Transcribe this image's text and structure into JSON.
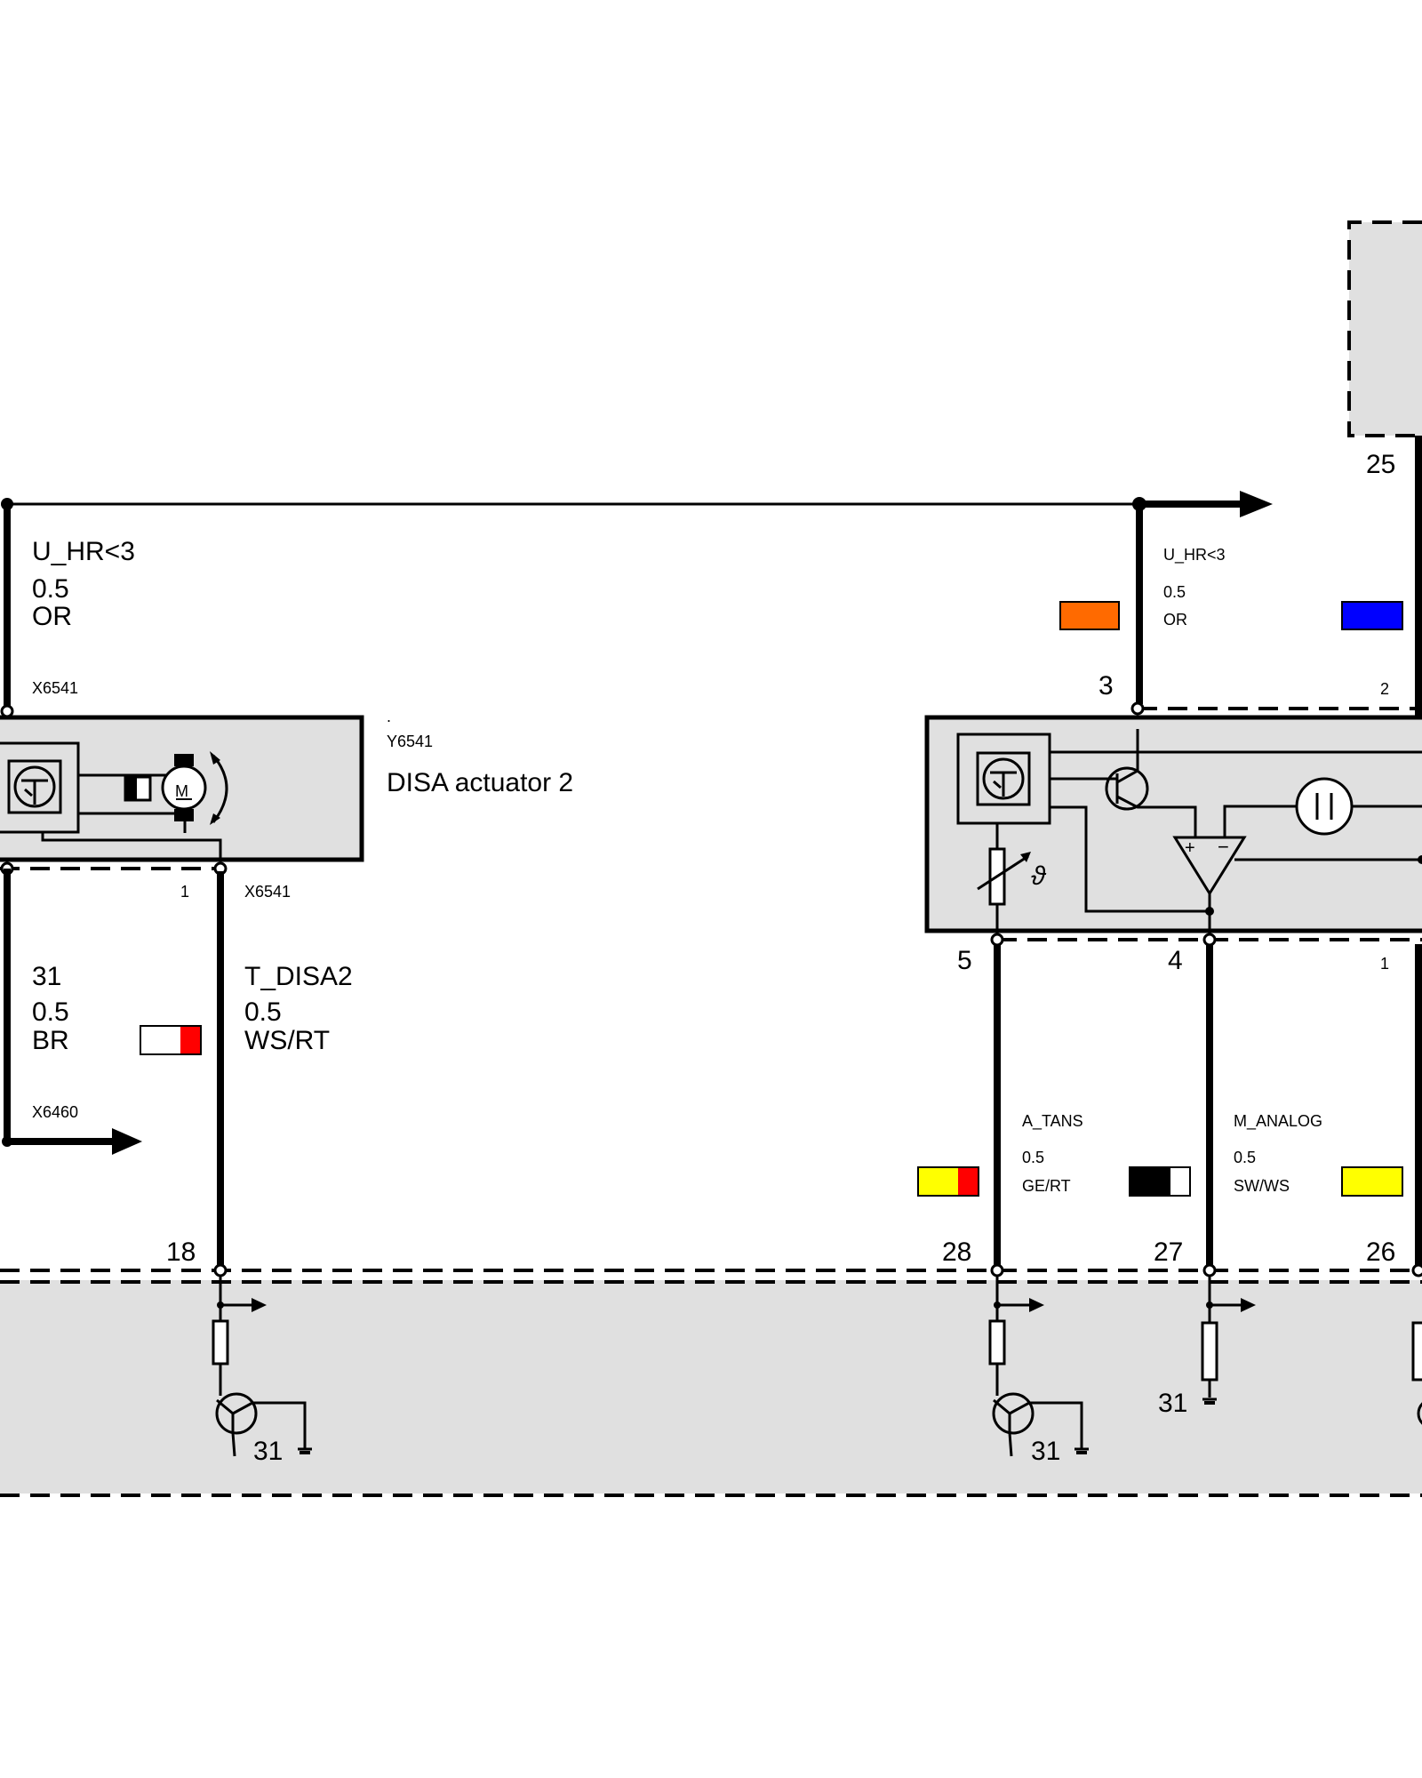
{
  "components": {
    "actuator": {
      "ref": "Y6541",
      "name": "DISA actuator 2",
      "dot": "."
    },
    "top_right_pin": "25"
  },
  "connectors": {
    "x6541_top": "X6541",
    "x6541_bottom": "X6541",
    "x6460": "X6460"
  },
  "wires": {
    "u_hr_left": {
      "signal": "U_HR<3",
      "size": "0.5",
      "color": "OR"
    },
    "ground": {
      "signal": "31",
      "size": "0.5",
      "color": "BR"
    },
    "t_disa2": {
      "signal": "T_DISA2",
      "size": "0.5",
      "color": "WS/RT"
    },
    "u_hr_right": {
      "signal": "U_HR<3",
      "size": "0.5",
      "color": "OR"
    },
    "a_tans": {
      "signal": "A_TANS",
      "size": "0.5",
      "color": "GE/RT"
    },
    "m_analog": {
      "signal": "M_ANALOG",
      "size": "0.5",
      "color": "SW/WS"
    }
  },
  "pins": {
    "actuator_pin1": "1",
    "sensor_pin3": "3",
    "sensor_pin2": "2",
    "sensor_pin5": "5",
    "sensor_pin4": "4",
    "sensor_pin1": "1",
    "ecu_pin18": "18",
    "ecu_pin28": "28",
    "ecu_pin27": "27",
    "ecu_pin26": "26"
  },
  "grounds": {
    "g1": "31",
    "g2": "31",
    "g3": "31"
  },
  "color_codes": {
    "orange": "#ff6a00",
    "blue": "#0000ff",
    "red": "#ff0000",
    "yellow": "#ffff00",
    "black": "#000000",
    "white": "#ffffff",
    "panel": "#e0e0e0"
  }
}
